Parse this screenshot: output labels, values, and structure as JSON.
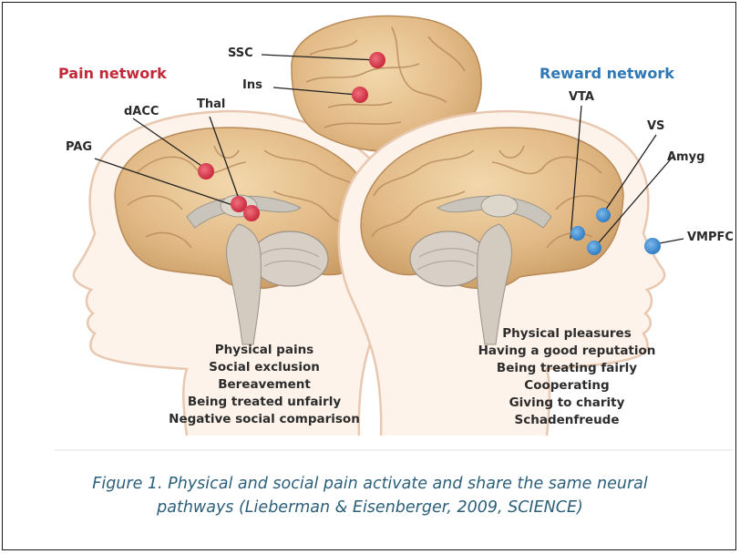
{
  "colors": {
    "pain": "#d9384b",
    "reward": "#3f8fd6",
    "skin": "#f4dcc6",
    "brain": "#e8c79b",
    "caption": "#2b5f7a"
  },
  "pain_network": {
    "title": "Pain network",
    "regions": [
      "SSC",
      "Ins",
      "Thal",
      "dACC",
      "PAG"
    ],
    "list": [
      "Physical pains",
      "Social exclusion",
      "Bereavement",
      "Being treated unfairly",
      "Negative social comparison"
    ]
  },
  "reward_network": {
    "title": "Reward network",
    "regions": [
      "VTA",
      "VS",
      "Amyg",
      "VMPFC"
    ],
    "list": [
      "Physical pleasures",
      "Having a good reputation",
      "Being treating fairly",
      "Cooperating",
      "Giving to charity",
      "Schadenfreude"
    ]
  },
  "caption": {
    "line1": "Figure 1.  Physical and social pain activate and share the same neural",
    "line2": "pathways (Lieberman & Eisenberger, 2009, SCIENCE)"
  }
}
